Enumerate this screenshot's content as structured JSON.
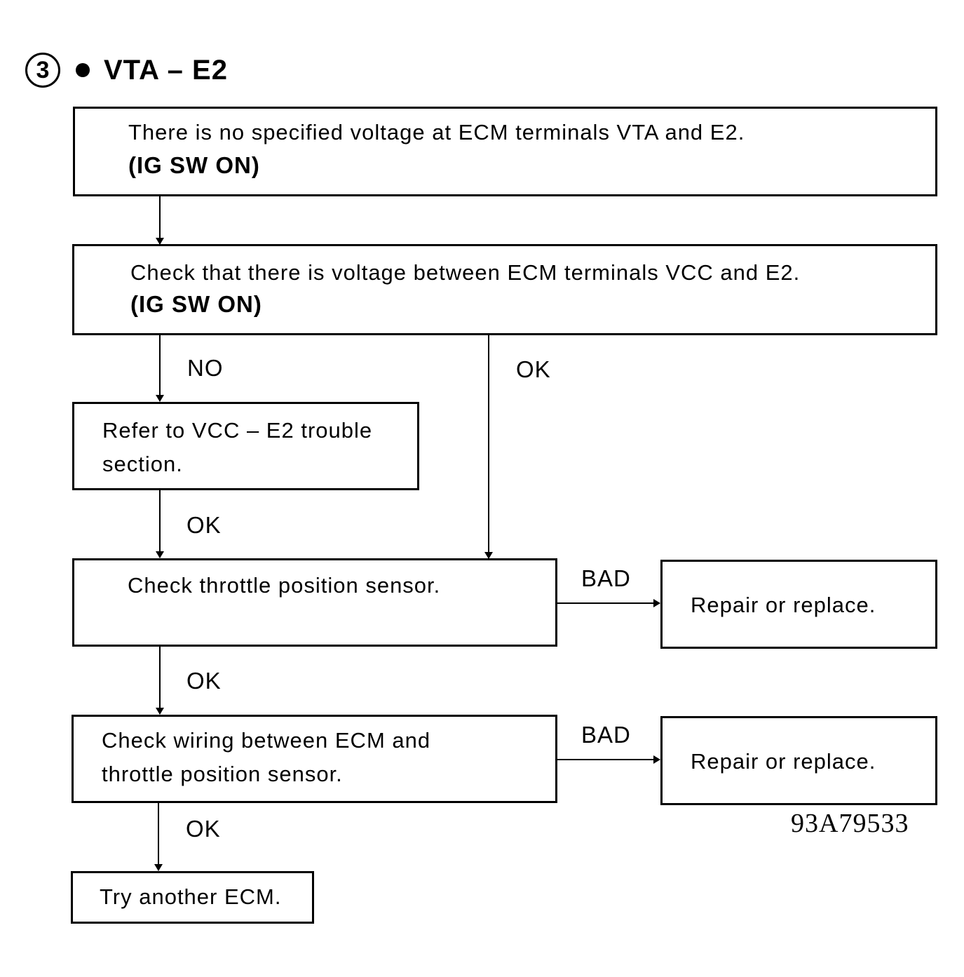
{
  "heading": {
    "step": "3",
    "title": "VTA – E2"
  },
  "boxes": {
    "no_voltage": {
      "line1": "There is no specified voltage at ECM terminals VTA and E2.",
      "line2": "(IG SW ON)"
    },
    "check_vcc": {
      "line1": "Check that there is voltage between ECM terminals VCC and E2.",
      "line2": "(IG SW ON)"
    },
    "refer_vcc": {
      "line1": "Refer to VCC – E2 trouble",
      "line2": "section."
    },
    "check_sensor": {
      "line1": "Check throttle position sensor."
    },
    "repair_1": {
      "line1": "Repair or replace."
    },
    "check_wiring": {
      "line1": "Check wiring between ECM and",
      "line2": "throttle position sensor."
    },
    "repair_2": {
      "line1": "Repair or replace."
    },
    "try_ecm": {
      "line1": "Try another ECM."
    }
  },
  "labels": {
    "no": "NO",
    "ok_vcc": "OK",
    "ok_refer": "OK",
    "ok_sensor": "OK",
    "ok_wiring": "OK",
    "bad_sensor": "BAD",
    "bad_wiring": "BAD"
  },
  "figure_id": "93A79533"
}
